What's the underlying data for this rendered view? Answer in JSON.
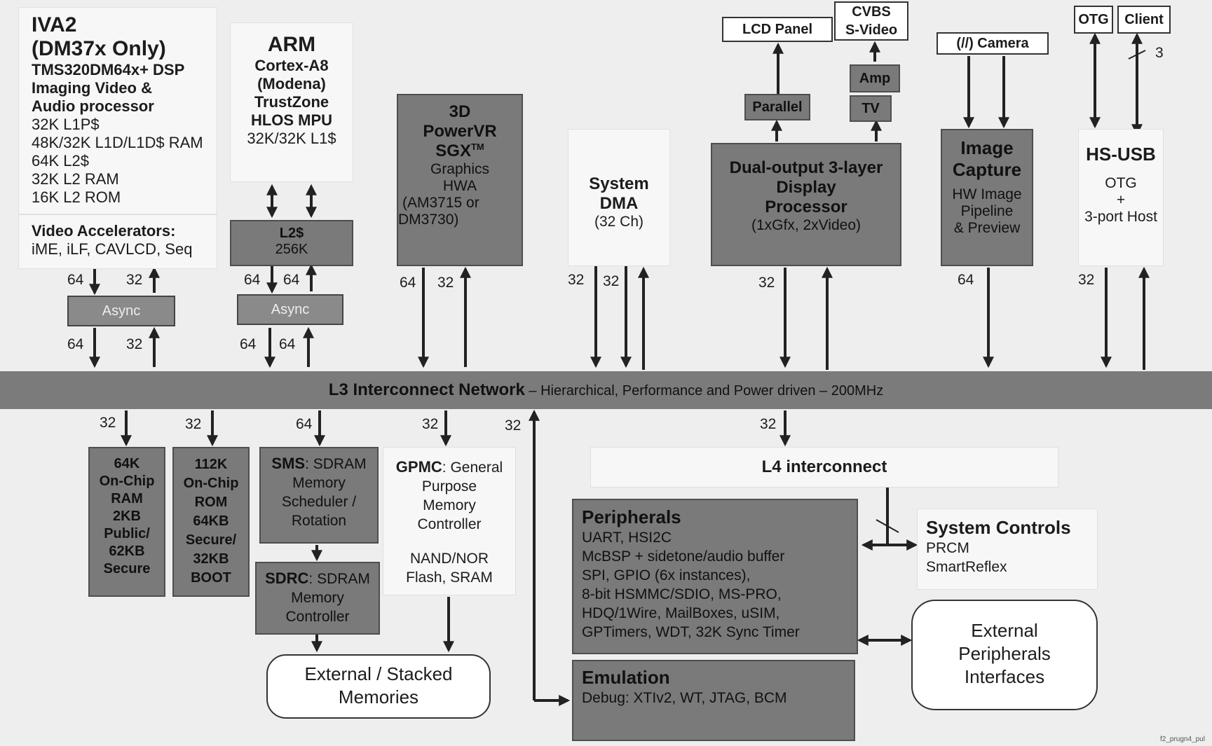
{
  "iva2": {
    "title1": "IVA2",
    "title2": "(DM37x Only)",
    "sub1": "TMS320DM64x+ DSP",
    "sub2": "Imaging Video &",
    "sub3": "Audio processor",
    "mem": [
      "32K L1P$",
      "48K/32K L1D/L1D$ RAM",
      "64K L2$",
      "32K L2 RAM",
      "16K L2 ROM"
    ],
    "va_title": "Video Accelerators:",
    "va_list": "iME, iLF, CAVLCD, Seq"
  },
  "arm": {
    "title": "ARM",
    "lines": [
      "Cortex-A8",
      "(Modena)",
      "TrustZone",
      "HLOS MPU"
    ],
    "cache": "32K/32K L1$"
  },
  "l2": {
    "title": "L2$",
    "size": "256K"
  },
  "async": "Async",
  "gpu": {
    "l1": "3D",
    "l2": "PowerVR",
    "l3": "SGX",
    "tm": "TM",
    "l4": "Graphics",
    "l5": "HWA",
    "l6": "(AM3715 or",
    "l7": "DM3730)"
  },
  "sdma": {
    "l1": "System",
    "l2": "DMA",
    "l3": "(32 Ch)"
  },
  "dss": {
    "l1": "Dual-output 3-layer",
    "l2": "Display",
    "l3": "Processor",
    "l4": "(1xGfx, 2xVideo)"
  },
  "lcd_panel": "LCD Panel",
  "cvbs": {
    "l1": "CVBS",
    "l2": "S-Video"
  },
  "amp": "Amp",
  "tv": "TV",
  "parallel": "Parallel",
  "camera": "(//) Camera",
  "isp": {
    "l1": "Image",
    "l2": "Capture",
    "l3": "HW Image",
    "l4": "Pipeline",
    "l5": "& Preview"
  },
  "otg": "OTG",
  "client": "Client",
  "usb_three": "3",
  "hsusb": {
    "title": "HS-USB",
    "l1": "OTG",
    "l2": "+",
    "l3": "3-port Host"
  },
  "l3bus": {
    "name": "L3 Interconnect Network",
    "desc": " – Hierarchical, Performance and Power driven – 200MHz"
  },
  "ocram": [
    "64K",
    "On-Chip",
    "RAM",
    "2KB",
    "Public/",
    "62KB",
    "Secure"
  ],
  "ocrom": [
    "112K",
    "On-Chip",
    "ROM",
    "64KB",
    "Secure/",
    "32KB",
    "BOOT"
  ],
  "sms": {
    "bold": "SMS",
    "rest": ": SDRAM",
    "lines": [
      "Memory",
      "Scheduler /",
      "Rotation"
    ]
  },
  "sdrc": {
    "bold": "SDRC",
    "rest": ": SDRAM",
    "lines": [
      "Memory",
      "Controller"
    ]
  },
  "gpmc": {
    "bold": "GPMC",
    "rest": ": General",
    "lines": [
      "Purpose",
      "Memory",
      "Controller",
      "",
      "NAND/NOR",
      "Flash, SRAM"
    ]
  },
  "ext_mem": {
    "l1": "External / Stacked",
    "l2": "Memories"
  },
  "l4": "L4 interconnect",
  "periph": {
    "title": "Peripherals",
    "lines": [
      "UART, HSI2C",
      "McBSP + sidetone/audio buffer",
      "SPI, GPIO (6x instances),",
      "8-bit HSMMC/SDIO, MS-PRO,",
      "HDQ/1Wire, MailBoxes, uSIM,",
      "GPTimers, WDT, 32K Sync Timer"
    ]
  },
  "sysctl": {
    "title": "System Controls",
    "l1": "PRCM",
    "l2": "SmartReflex"
  },
  "emu": {
    "title": "Emulation",
    "desc": "Debug: XTIv2, WT, JTAG, BCM"
  },
  "ext_periph": {
    "l1": "External",
    "l2": "Peripherals",
    "l3": "Interfaces"
  },
  "bus_widths": {
    "iva_top_in": "64",
    "iva_top_out": "32",
    "iva_bot_in": "64",
    "iva_bot_out": "32",
    "arm_l2_in": "64",
    "arm_l2_out": "64",
    "arm_bot_in": "64",
    "arm_bot_out": "64",
    "gpu_in": "64",
    "gpu_out": "32",
    "dma_a": "32",
    "dma_b": "32",
    "dss": "32",
    "isp": "64",
    "usb": "32",
    "ocram": "32",
    "ocrom": "32",
    "sms": "64",
    "gpmc": "32",
    "emu": "32",
    "l4": "32"
  },
  "footnote": "f2_prugn4_pul",
  "colors": {
    "background": "#eeeeee",
    "gray_block": "#7a7a7a",
    "bus": "#7b7b7b",
    "arrow": "#222222"
  }
}
